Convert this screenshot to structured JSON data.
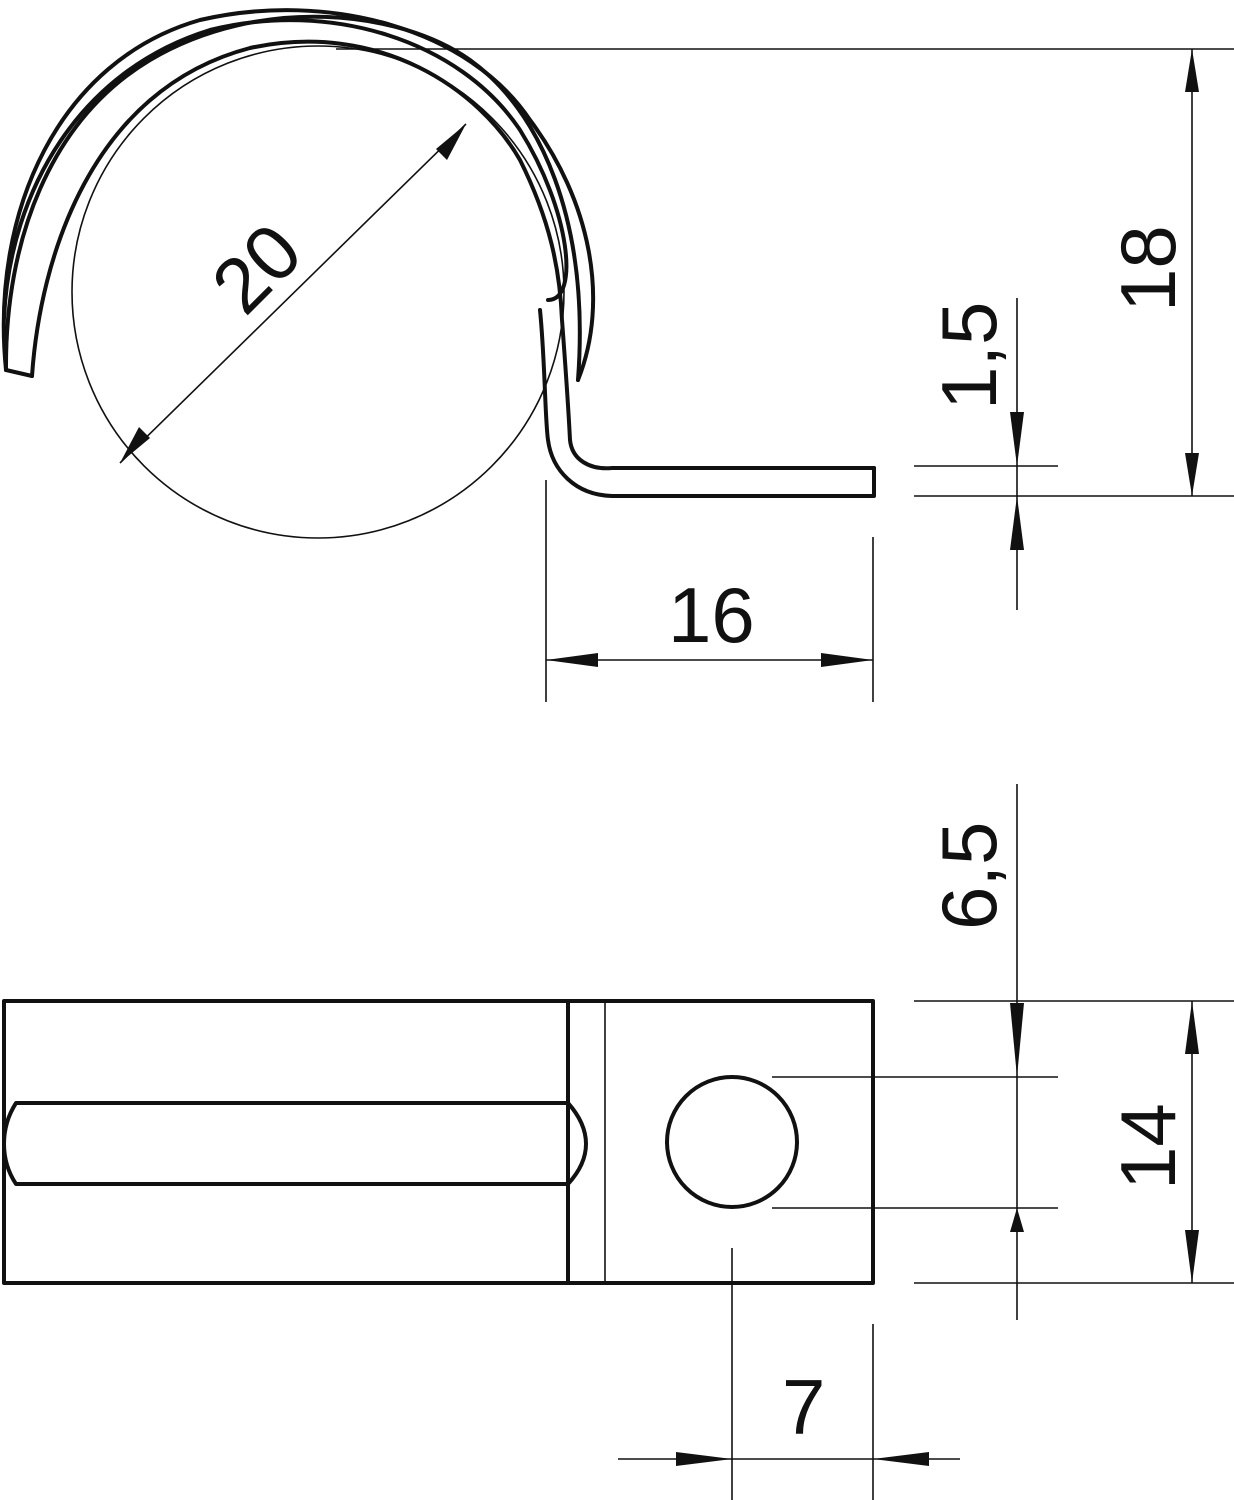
{
  "drawing": {
    "title": "Single-sided pipe clamp technical drawing",
    "line_color": "#111111",
    "background": "#ffffff",
    "side_view": {
      "dimensions": {
        "diameter": "20",
        "height": "18",
        "thickness": "1,5",
        "foot_length": "16"
      }
    },
    "top_view": {
      "dimensions": {
        "hole_offset": "6,5",
        "width": "14",
        "hole_edge_distance": "7"
      }
    }
  }
}
